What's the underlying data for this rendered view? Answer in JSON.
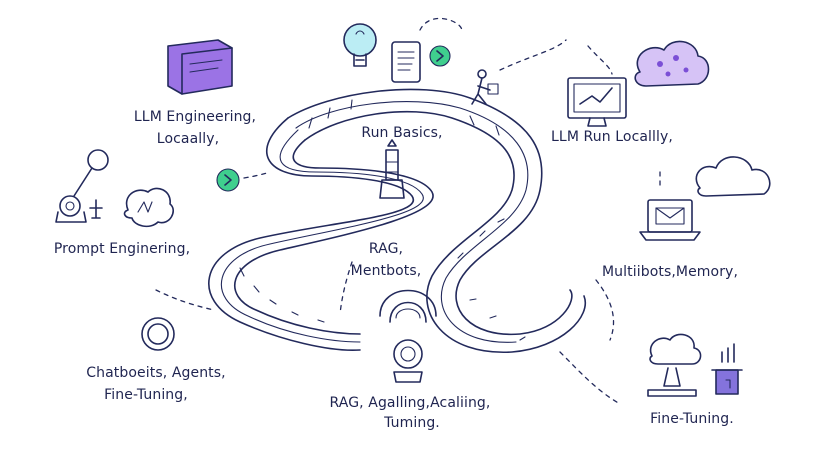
{
  "labels": {
    "llm_engineering_line1": "LLM Engineering,",
    "llm_engineering_line2": "Locaally,",
    "run_basics": "Run Basics,",
    "llm_run_locally": "LLM Run Locallly,",
    "prompt_engineering": "Prompt Enginering,",
    "rag": "RAG,",
    "mentbots": "Mentbots,",
    "multibots_memory": "Multiibots,Memory,",
    "chatbots_agents": "Chatboeits, Agents,",
    "fine_tuning_left": "Fine-Tuning,",
    "rag_agaling_line1": "RAG, Agalling,Acaliing,",
    "rag_agaling_line2": "Tuming.",
    "fine_tuning_right": "Fine-Tuning."
  },
  "icons": [
    "book-icon",
    "lightbulb-icon",
    "tablet-icon",
    "green-arrow-circle-icon",
    "hiker-icon",
    "monitor-chart-icon",
    "purple-cloud-icon",
    "lighthouse-icon",
    "laptop-mail-icon",
    "cloud-icon",
    "robot-arm-icon",
    "brain-icon",
    "green-arrow-circle-icon",
    "ring-icon",
    "astronaut-helmet-icon",
    "cloud-server-icon",
    "bar-chart-icon"
  ],
  "colors": {
    "ink": "#232a5c",
    "accent_green": "#3fcf8e",
    "accent_purple": "#7b4fd6",
    "accent_cyan": "#6fd3e6"
  }
}
